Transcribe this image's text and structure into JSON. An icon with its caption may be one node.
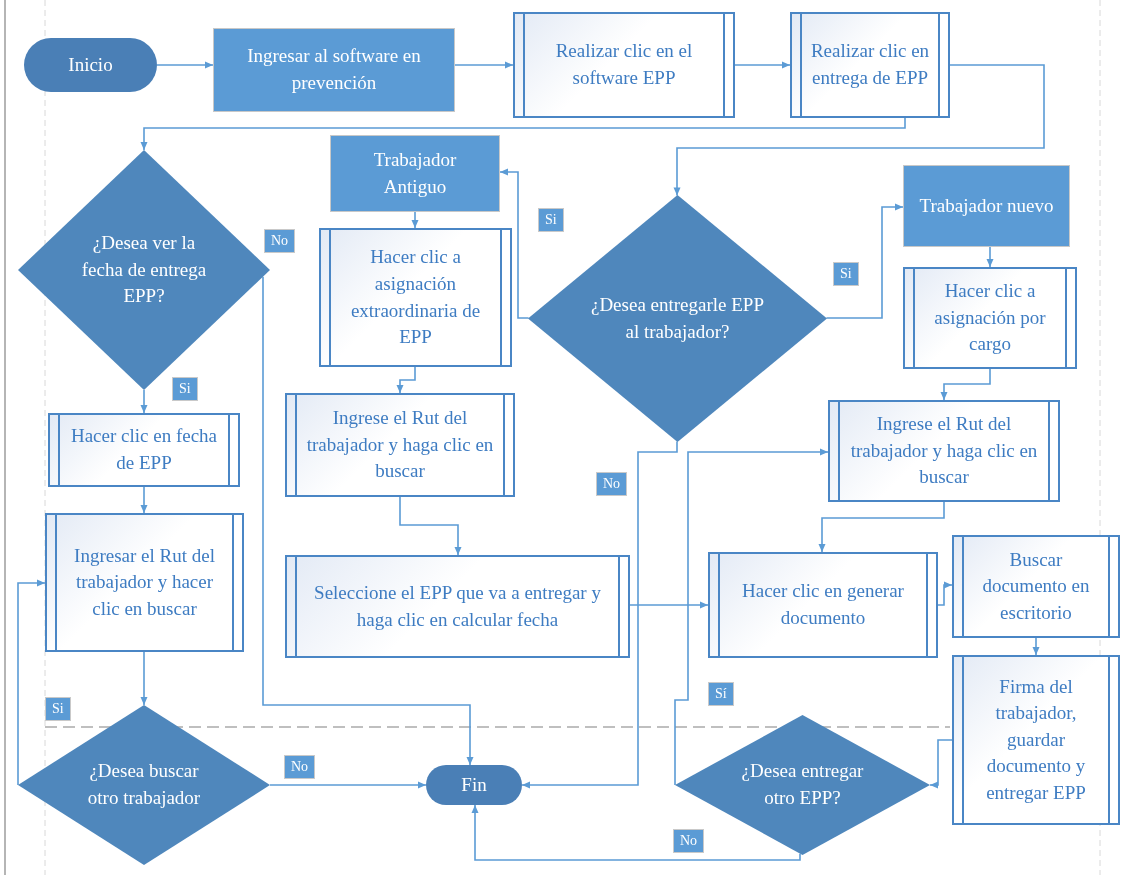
{
  "diagram": {
    "nodes": [
      {
        "text": [
          "Inicio"
        ]
      },
      {
        "text": [
          "Ingresar al software en prevención"
        ]
      },
      {
        "text": [
          "Realizar clic en el software EPP"
        ]
      },
      {
        "text": [
          "Realizar clic en entrega de EPP"
        ]
      },
      {
        "text": [
          "¿Desea ver la fecha de entrega EPP?"
        ]
      },
      {
        "text": [
          "Trabajador Antiguo"
        ]
      },
      {
        "text": [
          "¿Desea entregarle EPP al trabajador?"
        ]
      },
      {
        "text": [
          "Trabajador nuevo"
        ]
      },
      {
        "text": [
          "Hacer clic a asignación extraordinaria de EPP"
        ]
      },
      {
        "text": [
          "Hacer clic a asignación por cargo"
        ]
      },
      {
        "text": [
          "Hacer clic en fecha de EPP"
        ]
      },
      {
        "text": [
          "Ingrese el Rut del trabajador y haga clic en buscar"
        ]
      },
      {
        "text": [
          "Ingrese el Rut del trabajador y haga clic en buscar"
        ]
      },
      {
        "text": [
          "Ingresar el Rut del trabajador y hacer clic en buscar"
        ]
      },
      {
        "text": [
          "Seleccione el EPP que va a entregar y haga clic en calcular fecha"
        ]
      },
      {
        "text": [
          "Hacer clic en generar documento"
        ]
      },
      {
        "text": [
          "Buscar documento en escritorio"
        ]
      },
      {
        "text": [
          "Firma del trabajador, guardar documento y entregar EPP"
        ]
      },
      {
        "text": [
          "¿Desea buscar otro trabajador"
        ]
      },
      {
        "text": [
          "Fin"
        ]
      },
      {
        "text": [
          "¿Desea entregar otro EPP?"
        ]
      }
    ],
    "edges": [
      {
        "from": 0,
        "to": 1,
        "arrow": "to"
      },
      {
        "from": 1,
        "to": 2,
        "arrow": "to"
      },
      {
        "from": 2,
        "to": 3,
        "arrow": "to"
      },
      {
        "from": 3,
        "to": 4,
        "arrow": "to"
      },
      {
        "from": 3,
        "to": 6,
        "arrow": "to"
      },
      {
        "from": 4,
        "to": 10,
        "arrow": "to",
        "label": "Si"
      },
      {
        "from": 4,
        "to": 19,
        "arrow": "to",
        "label": "No"
      },
      {
        "from": 6,
        "to": 5,
        "arrow": "to",
        "label": "Si"
      },
      {
        "from": 6,
        "to": 7,
        "arrow": "to",
        "label": "Si"
      },
      {
        "from": 6,
        "to": 19,
        "arrow": "to",
        "label": "No"
      },
      {
        "from": 5,
        "to": 8,
        "arrow": "to"
      },
      {
        "from": 8,
        "to": 11,
        "arrow": "to"
      },
      {
        "from": 11,
        "to": 14,
        "arrow": "to"
      },
      {
        "from": 14,
        "to": 15,
        "arrow": "to"
      },
      {
        "from": 7,
        "to": 9,
        "arrow": "to"
      },
      {
        "from": 9,
        "to": 12,
        "arrow": "to"
      },
      {
        "from": 12,
        "to": 15,
        "arrow": "to"
      },
      {
        "from": 15,
        "to": 16,
        "arrow": "to"
      },
      {
        "from": 16,
        "to": 17,
        "arrow": "to"
      },
      {
        "from": 17,
        "to": 20,
        "arrow": "to"
      },
      {
        "from": 20,
        "to": 12,
        "arrow": "to",
        "label": "Sí"
      },
      {
        "from": 20,
        "to": 19,
        "arrow": "to",
        "label": "No"
      },
      {
        "from": 10,
        "to": 13,
        "arrow": "to"
      },
      {
        "from": 13,
        "to": 18,
        "arrow": "to"
      },
      {
        "from": 18,
        "to": 13,
        "arrow": "to",
        "label": "Si"
      },
      {
        "from": 18,
        "to": 19,
        "arrow": "to",
        "label": "No"
      }
    ]
  }
}
